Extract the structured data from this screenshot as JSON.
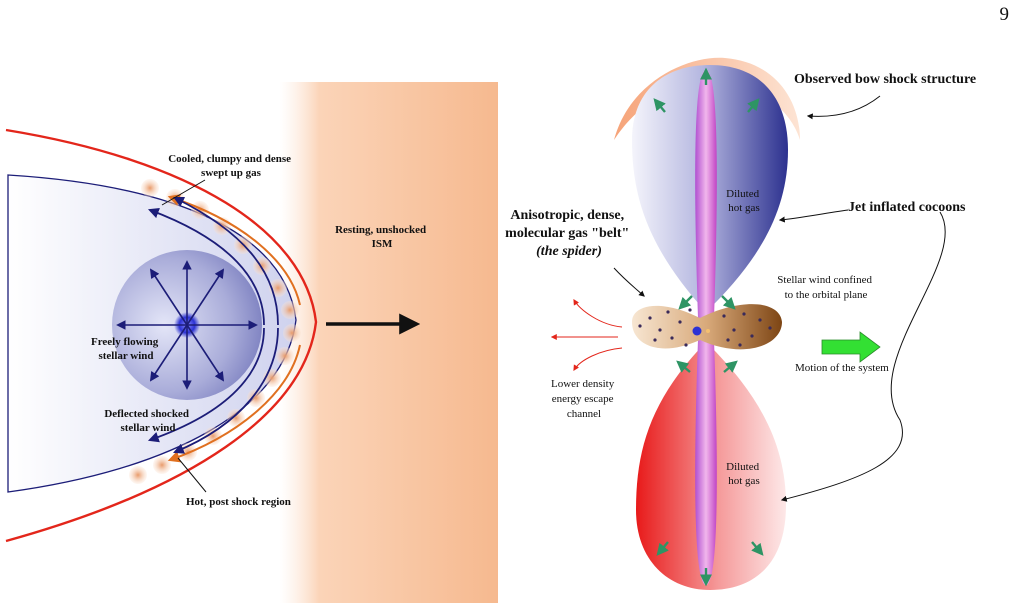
{
  "page_number": "9",
  "colors": {
    "ism_band": "#f6b98f",
    "shock_red": "#e3261b",
    "wind_blue": "#1c1d78",
    "cocoon_blue": "#3a3f9c",
    "cocoon_red": "#ea2b2b",
    "jet_magenta": "#d660c8",
    "motion_green": "#33e033",
    "belt_brown": "#8a4e1c",
    "arrow_green": "#2e9464"
  },
  "left_panel": {
    "cooled_gas_label": [
      "Cooled, clumpy and dense",
      "swept up gas"
    ],
    "ism_label": [
      "Resting, unshocked",
      "ISM"
    ],
    "free_wind_label": [
      "Freely flowing",
      "stellar wind"
    ],
    "deflected_wind_label": [
      "Deflected shocked",
      "stellar wind"
    ],
    "hot_region_label": "Hot, post shock region"
  },
  "right_panel": {
    "bow_shock_label": "Observed bow shock structure",
    "jet_cocoons_label": "Jet inflated cocoons",
    "diluted_gas_top": [
      "Diluted",
      "hot gas"
    ],
    "diluted_gas_bottom": [
      "Diluted",
      "hot gas"
    ],
    "belt_label": [
      "Anisotropic, dense,",
      "molecular gas \"belt\"",
      "(the spider)"
    ],
    "confined_wind_label": [
      "Stellar wind confined",
      "to the orbital plane"
    ],
    "motion_label": "Motion of the system",
    "escape_label": [
      "Lower density",
      "energy escape",
      "channel"
    ]
  },
  "icons": [
    "arrow-right-icon",
    "star-icon",
    "bow-shock-icon",
    "cocoon-icon",
    "jet-icon"
  ]
}
